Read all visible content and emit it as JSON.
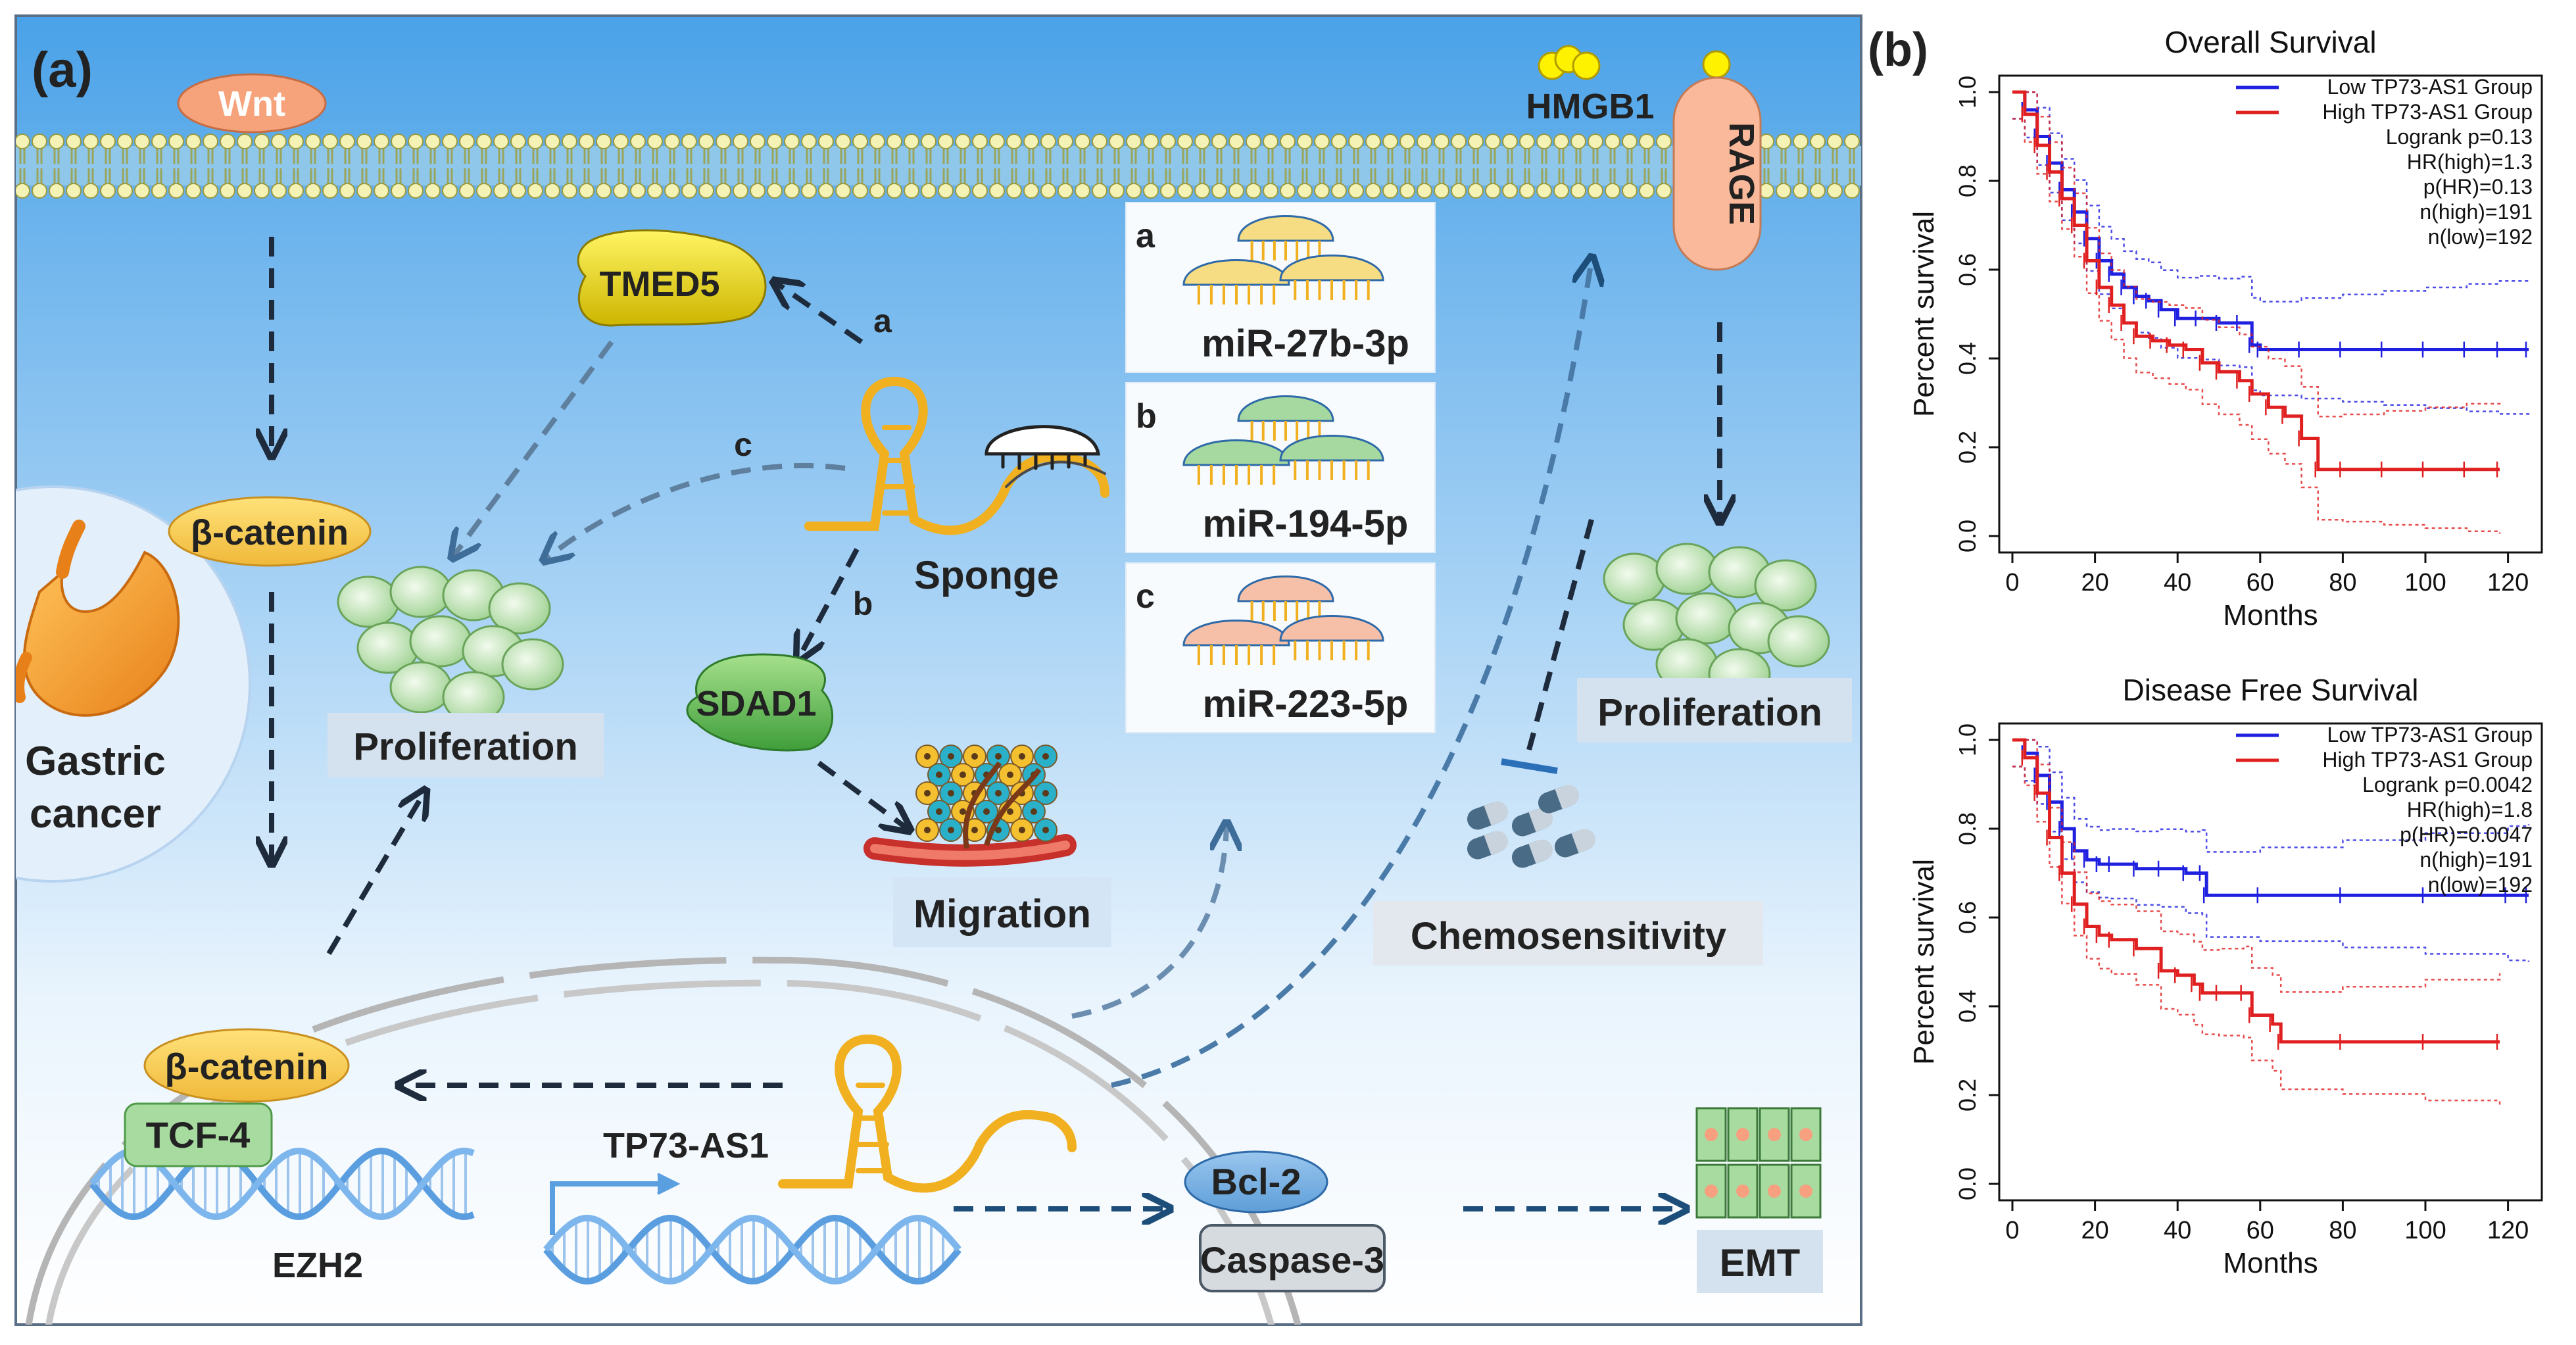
{
  "panel_a": {
    "label": "(a)",
    "membrane": {
      "ligand_left": "Wnt",
      "ligand_right": "HMGB1",
      "receptor": "RAGE"
    },
    "cytoplasm": {
      "beta_catenin": "β-catenin",
      "tmed5": "TMED5",
      "sdad1": "SDAD1",
      "sponge": "Sponge",
      "arrow_a": "a",
      "arrow_b": "b",
      "arrow_c": "c",
      "proliferation_left": "Proliferation",
      "proliferation_right": "Proliferation",
      "migration": "Migration",
      "chemosensitivity": "Chemosensitivity"
    },
    "mirnas": [
      {
        "letter": "a",
        "name": "miR-27b-3p",
        "color": "#f6dc82"
      },
      {
        "letter": "b",
        "name": "miR-194-5p",
        "color": "#a6d9a0"
      },
      {
        "letter": "c",
        "name": "miR-223-5p",
        "color": "#f6c0a8"
      }
    ],
    "tissue": {
      "line1": "Gastric",
      "line2": "cancer"
    },
    "nucleus": {
      "beta_catenin": "β-catenin",
      "tcf4": "TCF-4",
      "ezh2": "EZH2",
      "tp73": "TP73-AS1"
    },
    "apoptosis": {
      "bcl2": "Bcl-2",
      "caspase": "Caspase-3",
      "emt": "EMT"
    }
  },
  "panel_b": {
    "label": "(b)",
    "plots": [
      {
        "title": "Overall Survival",
        "ylabel": "Percent survival",
        "xlabel": "Months",
        "xticks": [
          "0",
          "20",
          "40",
          "60",
          "80",
          "100",
          "120"
        ],
        "yticks": [
          "0.0",
          "0.2",
          "0.4",
          "0.6",
          "0.8",
          "1.0"
        ],
        "legend": [
          {
            "label": "Low TP73-AS1 Group",
            "color": "#2020e0"
          },
          {
            "label": "High TP73-AS1 Group",
            "color": "#e02020"
          }
        ],
        "stats": [
          "Logrank p=0.13",
          "HR(high)=1.3",
          "p(HR)=0.13",
          "n(high)=191",
          "n(low)=192"
        ]
      },
      {
        "title": "Disease Free Survival",
        "ylabel": "Percent survival",
        "xlabel": "Months",
        "xticks": [
          "0",
          "20",
          "40",
          "60",
          "80",
          "100",
          "120"
        ],
        "yticks": [
          "0.0",
          "0.2",
          "0.4",
          "0.6",
          "0.8",
          "1.0"
        ],
        "legend": [
          {
            "label": "Low TP73-AS1 Group",
            "color": "#2020e0"
          },
          {
            "label": "High TP73-AS1 Group",
            "color": "#e02020"
          }
        ],
        "stats": [
          "Logrank p=0.0042",
          "HR(high)=1.8",
          "p(HR)=0.0047",
          "n(high)=191",
          "n(low)=192"
        ]
      }
    ]
  },
  "chart_data": [
    {
      "type": "line",
      "title": "Overall Survival",
      "xlabel": "Months",
      "ylabel": "Percent survival",
      "xlim": [
        0,
        125
      ],
      "ylim": [
        0,
        1
      ],
      "series": [
        {
          "name": "Low TP73-AS1 Group",
          "color": "#2020e0",
          "x": [
            0,
            3,
            6,
            9,
            12,
            15,
            18,
            21,
            24,
            27,
            30,
            33,
            36,
            40,
            45,
            50,
            55,
            58,
            60,
            70,
            80,
            90,
            100,
            110,
            118,
            125
          ],
          "y": [
            1.0,
            0.96,
            0.9,
            0.84,
            0.78,
            0.73,
            0.67,
            0.62,
            0.59,
            0.56,
            0.54,
            0.53,
            0.51,
            0.49,
            0.49,
            0.48,
            0.48,
            0.43,
            0.42,
            0.42,
            0.42,
            0.42,
            0.42,
            0.42,
            0.42,
            0.42
          ]
        },
        {
          "name": "High TP73-AS1 Group",
          "color": "#e02020",
          "x": [
            0,
            3,
            6,
            9,
            12,
            15,
            18,
            21,
            24,
            27,
            30,
            34,
            38,
            42,
            46,
            50,
            55,
            58,
            62,
            66,
            70,
            74,
            80,
            90,
            100,
            110,
            118
          ],
          "y": [
            1.0,
            0.95,
            0.88,
            0.82,
            0.76,
            0.7,
            0.62,
            0.56,
            0.52,
            0.48,
            0.45,
            0.44,
            0.43,
            0.42,
            0.39,
            0.37,
            0.35,
            0.32,
            0.29,
            0.27,
            0.22,
            0.15,
            0.15,
            0.15,
            0.15,
            0.15,
            0.15
          ]
        }
      ]
    },
    {
      "type": "line",
      "title": "Disease Free Survival",
      "xlabel": "Months",
      "ylabel": "Percent survival",
      "xlim": [
        0,
        125
      ],
      "ylim": [
        0,
        1
      ],
      "series": [
        {
          "name": "Low TP73-AS1 Group",
          "color": "#2020e0",
          "x": [
            0,
            3,
            6,
            9,
            12,
            15,
            18,
            21,
            24,
            30,
            36,
            42,
            46,
            47,
            60,
            80,
            100,
            120,
            125
          ],
          "y": [
            1.0,
            0.97,
            0.92,
            0.86,
            0.8,
            0.75,
            0.73,
            0.72,
            0.72,
            0.71,
            0.71,
            0.7,
            0.7,
            0.65,
            0.65,
            0.65,
            0.65,
            0.65,
            0.65
          ]
        },
        {
          "name": "High TP73-AS1 Group",
          "color": "#e02020",
          "x": [
            0,
            3,
            6,
            9,
            12,
            15,
            18,
            21,
            24,
            30,
            36,
            40,
            44,
            46,
            50,
            56,
            58,
            63,
            65,
            80,
            100,
            118
          ],
          "y": [
            1.0,
            0.96,
            0.88,
            0.78,
            0.7,
            0.63,
            0.58,
            0.56,
            0.55,
            0.53,
            0.48,
            0.47,
            0.45,
            0.43,
            0.43,
            0.43,
            0.38,
            0.36,
            0.32,
            0.32,
            0.32,
            0.32
          ]
        }
      ]
    }
  ]
}
